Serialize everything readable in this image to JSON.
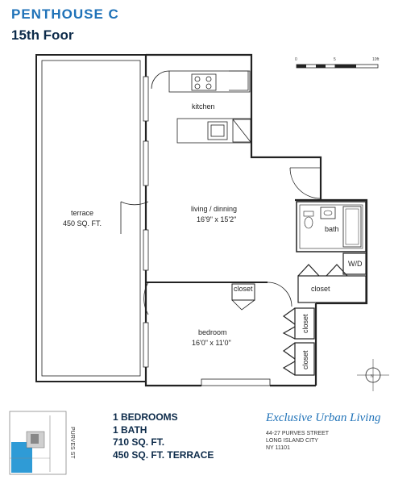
{
  "header": {
    "title": "PENTHOUSE  C",
    "floor": "15th Foor"
  },
  "scale_bar": {
    "ticks": [
      "0",
      "5",
      "10ft"
    ]
  },
  "rooms": {
    "kitchen": "kitchen",
    "living_name": "living / dinning",
    "living_size": "16'9\" x 15'2\"",
    "terrace_name": "terrace",
    "terrace_size": "450 SQ. FT.",
    "bath": "bath",
    "wd": "W/D",
    "closet": "closet",
    "bedroom_name": "bedroom",
    "bedroom_size": "16'0\" x 11'0\""
  },
  "compass": {
    "letter": "N"
  },
  "keyplan": {
    "street": "PURVES ST"
  },
  "specs": {
    "bedrooms": "1 BEDROOMS",
    "bath": "1 BATH",
    "area": "710 SQ. FT.",
    "terrace": "450 SQ. FT. TERRACE"
  },
  "brand": {
    "name": "Exclusive Urban Living",
    "address_1": "44-27 PURVES STREET",
    "address_2": "LONG ISLAND CITY",
    "address_3": "NY 11101"
  },
  "colors": {
    "title_blue": "#1f72b8",
    "navy": "#0d2b4a",
    "keyplan_blue": "#2f9bd6",
    "wall": "#222222"
  }
}
